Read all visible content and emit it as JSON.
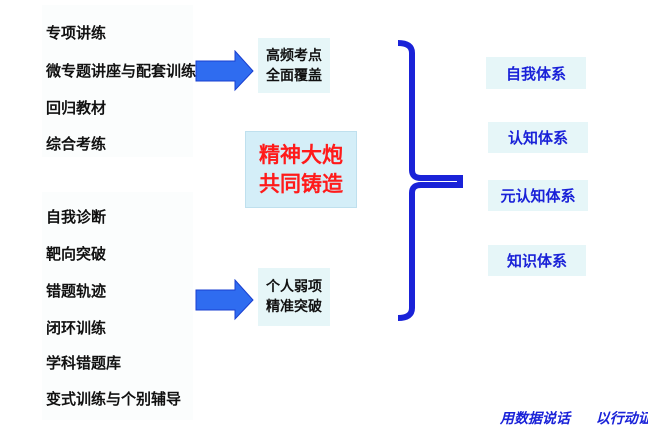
{
  "group1": {
    "items": [
      "专项讲练",
      "微专题讲座与配套训练",
      "回归教材",
      "综合考练"
    ],
    "result": [
      "高频考点",
      "全面覆盖"
    ]
  },
  "group2": {
    "items": [
      "自我诊断",
      "靶向突破",
      "错题轨迹",
      "闭环训练",
      "学科错题库",
      "变式训练与个别辅导"
    ],
    "result": [
      "个人弱项",
      "精准突破"
    ]
  },
  "center": [
    "精神大炮",
    "共同铸造"
  ],
  "systems": [
    "自我体系",
    "认知体系",
    "元认知体系",
    "知识体系"
  ],
  "footer": [
    "用数据说话",
    "以行动证明"
  ],
  "colors": {
    "blue": "#1a22d8",
    "red": "#ff1a1a",
    "arrow": "#2f6cf0"
  }
}
